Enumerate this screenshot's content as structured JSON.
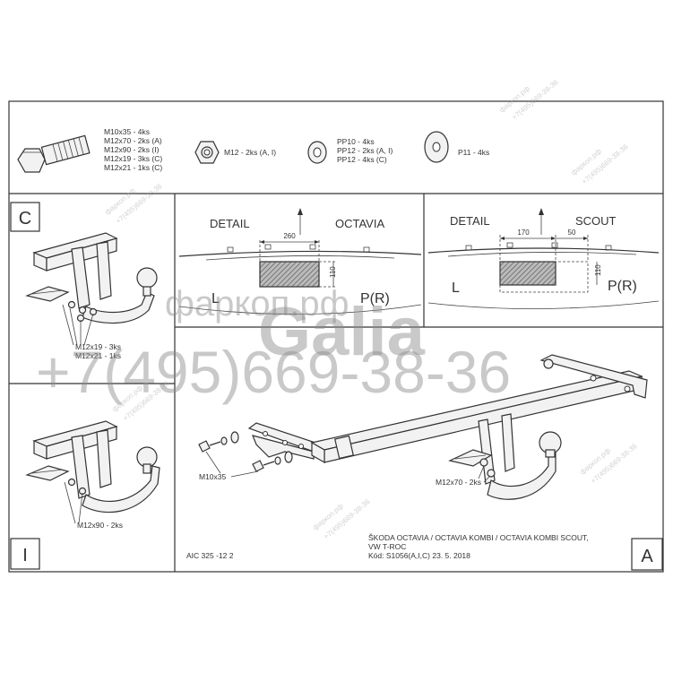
{
  "bom": {
    "bolts": [
      "M10x35 - 4ks",
      "M12x70 - 2ks (A)",
      "M12x90 - 2ks (I)",
      "M12x19 - 3ks (C)",
      "M12x21 - 1ks (C)"
    ],
    "nut": "M12 - 2ks (A, I)",
    "washers_small": [
      "PP10 - 4ks",
      "PP12 - 2ks (A, I)",
      "PP12 - 4ks (C)"
    ],
    "washer_large": "P11 - 4ks"
  },
  "panel_c": {
    "letter": "C",
    "label_1": "M12x19 - 3ks",
    "label_2": "M12x21 - 1ks"
  },
  "panel_i": {
    "letter": "I",
    "label": "M12x90 - 2ks"
  },
  "detail_octavia": {
    "detail": "DETAIL",
    "model": "OCTAVIA",
    "dim_width": "260",
    "dim_height": "110",
    "left": "L",
    "right": "P(R)"
  },
  "detail_scout": {
    "detail": "DETAIL",
    "model": "SCOUT",
    "dim_a": "170",
    "dim_b": "50",
    "dim_height": "110",
    "left": "L",
    "right": "P(R)"
  },
  "panel_a": {
    "letter": "A",
    "bolt_label": "M10x35",
    "bolt_label_2": "M12x70 - 2ks",
    "code": "AIC 325 -12 2",
    "title_1": "ŠKODA OCTAVIA / OCTAVIA KOMBI / OCTAVIA KOMBI SCOUT,",
    "title_2": "VW T-ROC",
    "kod": "Kód: S1056(A,I,C)  23. 5. 2018"
  },
  "watermark": {
    "brand": "Galia",
    "phone": "+7(495)669-38-36",
    "site": "фаркоп.рф"
  }
}
